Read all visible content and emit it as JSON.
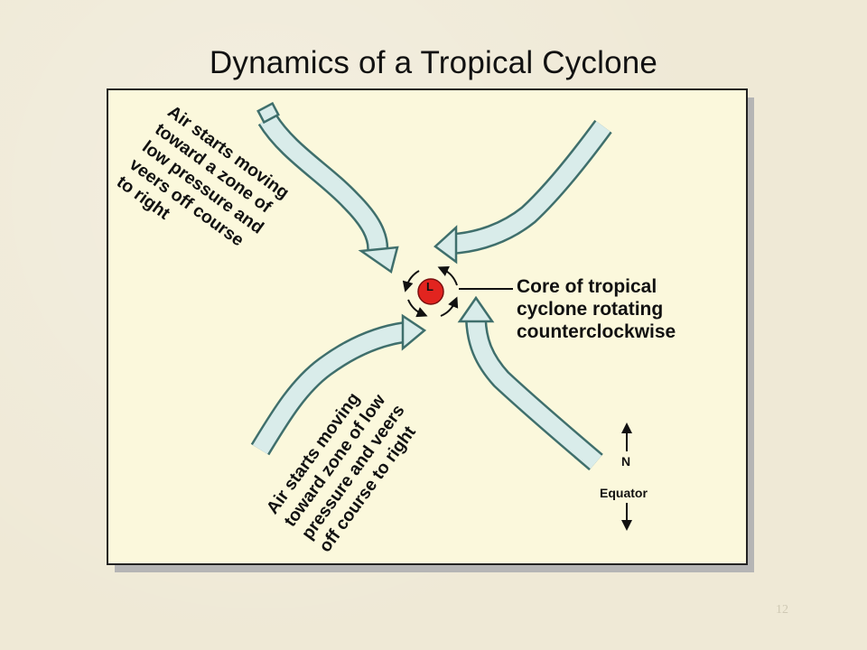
{
  "title": "Dynamics of a Tropical Cyclone",
  "nw_text": [
    "Air starts moving",
    "toward a zone of",
    "low pressure and",
    "veers off course",
    "to right"
  ],
  "sw_text": [
    "Air starts moving",
    "toward zone of low",
    "pressure and veers",
    "off course to right"
  ],
  "core_label": [
    "Core of tropical",
    "cyclone rotating",
    "counterclockwise"
  ],
  "low_symbol": "L",
  "compass": {
    "north": "N",
    "equator": "Equator"
  },
  "page_number": "12",
  "colors": {
    "arrow_fill": "#d9ecea",
    "arrow_edge": "#3f6f6c",
    "low_fill": "#e2241f",
    "panel": "#fbf8dc"
  }
}
